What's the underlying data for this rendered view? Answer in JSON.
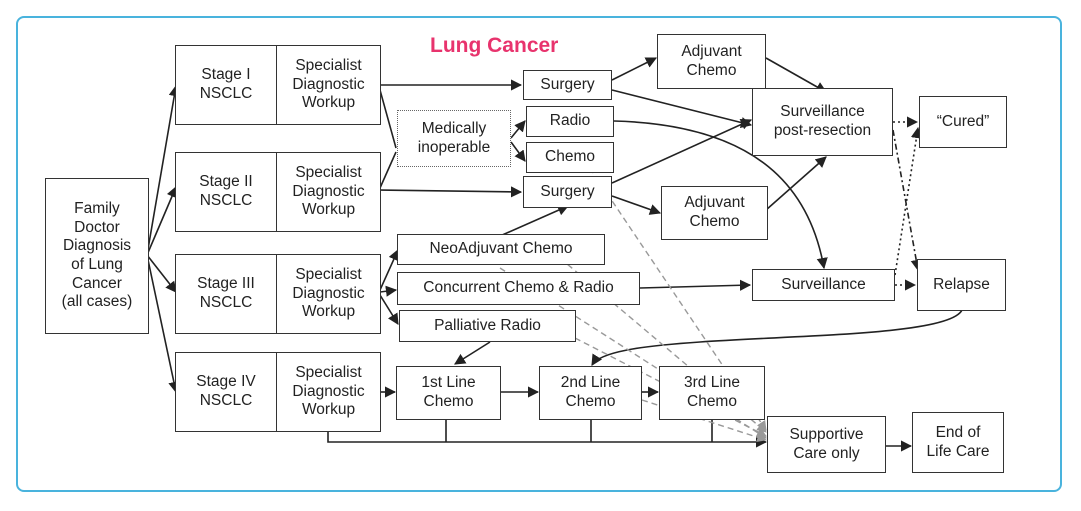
{
  "title": "Lung Cancer",
  "family_doctor": "Family\nDoctor\nDiagnosis\nof Lung\nCancer\n(all cases)",
  "stages": [
    {
      "stage": "Stage I\nNSCLC",
      "workup": "Specialist\nDiagnostic\nWorkup"
    },
    {
      "stage": "Stage II\nNSCLC",
      "workup": "Specialist\nDiagnostic\nWorkup"
    },
    {
      "stage": "Stage III\nNSCLC",
      "workup": "Specialist\nDiagnostic\nWorkup"
    },
    {
      "stage": "Stage IV\nNSCLC",
      "workup": "Specialist\nDiagnostic\nWorkup"
    }
  ],
  "nodes": {
    "medically_inoperable": "Medically\ninoperable",
    "surgery_1": "Surgery",
    "radio": "Radio",
    "chemo": "Chemo",
    "surgery_2": "Surgery",
    "adjuvant_chemo_1": "Adjuvant\nChemo",
    "adjuvant_chemo_2": "Adjuvant\nChemo",
    "surveillance_post_resection": "Surveillance\npost-resection",
    "cured": "“Cured”",
    "neoadjuvant_chemo": "NeoAdjuvant Chemo",
    "concurrent_chemo_radio": "Concurrent  Chemo & Radio",
    "palliative_radio": "Palliative Radio",
    "surveillance": "Surveillance",
    "relapse": "Relapse",
    "first_line_chemo": "1st Line\nChemo",
    "second_line_chemo": "2nd Line\nChemo",
    "third_line_chemo": "3rd  Line\nChemo",
    "supportive_care": "Supportive\nCare only",
    "end_of_life_care": "End of\nLife Care"
  },
  "colors": {
    "frame": "#49b3dd",
    "title": "#e8336d",
    "line": "#222222",
    "dashed": "#999999"
  }
}
